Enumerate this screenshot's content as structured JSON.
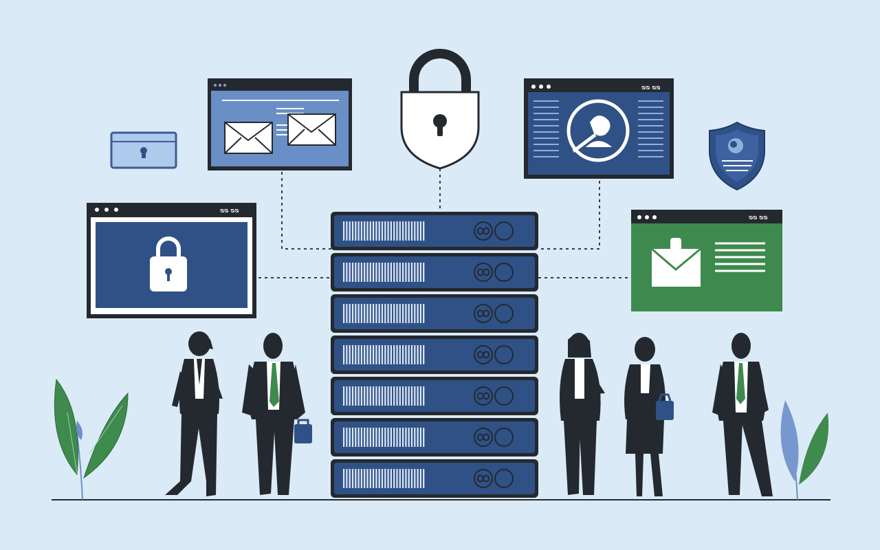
{
  "illustration": {
    "theme": "server data security",
    "colors": {
      "background": "#dbeaf7",
      "navy": "#2f5186",
      "dark": "#24292f",
      "green": "#3e8a4e",
      "leaf_green": "#3f8a4d",
      "leaf_blue": "#6f8fc9",
      "light_panel": "#6a8fc6",
      "white": "#ffffff"
    },
    "elements": {
      "server_units": 7,
      "people": 5,
      "windows": [
        "lock-window",
        "email-window",
        "search-window",
        "email-window-green",
        "small-lock-window"
      ],
      "icons": [
        "padlock-icon",
        "shield-icon",
        "envelope-icon",
        "magnifier-icon"
      ]
    }
  }
}
